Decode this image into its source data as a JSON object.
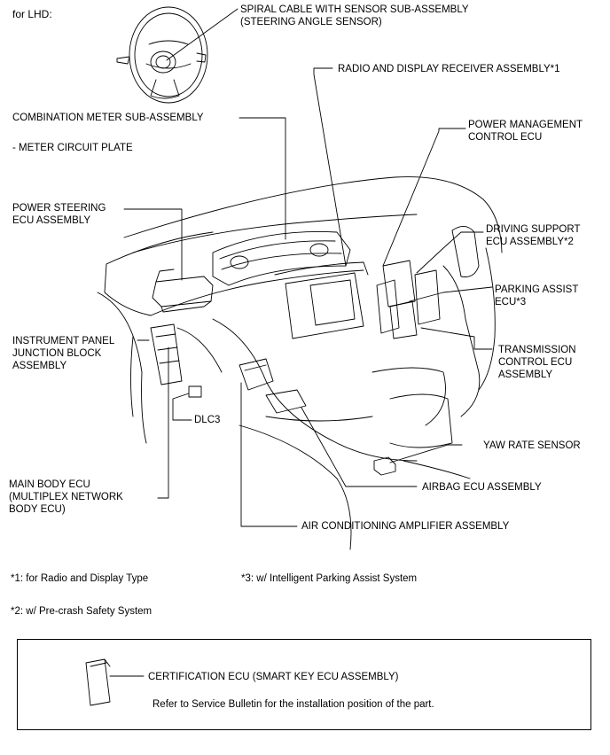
{
  "header": "for LHD:",
  "labels": {
    "spiral_cable": [
      "SPIRAL CABLE WITH SENSOR SUB-ASSEMBLY",
      "(STEERING ANGLE SENSOR)"
    ],
    "radio_display": [
      "RADIO AND DISPLAY RECEIVER ASSEMBLY*1"
    ],
    "combination_meter": [
      "COMBINATION METER SUB-ASSEMBLY"
    ],
    "meter_circuit_plate": [
      "- METER CIRCUIT PLATE"
    ],
    "power_management": [
      "POWER MANAGEMENT",
      "CONTROL ECU"
    ],
    "power_steering": [
      "POWER STEERING",
      "ECU ASSEMBLY"
    ],
    "driving_support": [
      "DRIVING SUPPORT",
      "ECU ASSEMBLY*2"
    ],
    "parking_assist": [
      "PARKING ASSIST",
      "ECU*3"
    ],
    "instrument_panel_jb": [
      "INSTRUMENT PANEL",
      "JUNCTION BLOCK",
      "ASSEMBLY"
    ],
    "transmission": [
      "TRANSMISSION",
      "CONTROL ECU",
      "ASSEMBLY"
    ],
    "dlc3": [
      "DLC3"
    ],
    "yaw_rate": [
      "YAW RATE SENSOR"
    ],
    "airbag": [
      "AIRBAG ECU ASSEMBLY"
    ],
    "main_body": [
      "MAIN BODY ECU",
      "(MULTIPLEX NETWORK",
      "BODY ECU)"
    ],
    "air_conditioning": [
      "AIR CONDITIONING AMPLIFIER ASSEMBLY"
    ]
  },
  "footnotes": {
    "note1": "*1: for Radio and Display Type",
    "note2": "*2: w/ Pre-crash Safety System",
    "note3": "*3: w/ Intelligent Parking Assist System"
  },
  "certification": {
    "label": "CERTIFICATION ECU (SMART KEY ECU ASSEMBLY)",
    "note": "Refer to Service Bulletin for the installation position of the part."
  }
}
